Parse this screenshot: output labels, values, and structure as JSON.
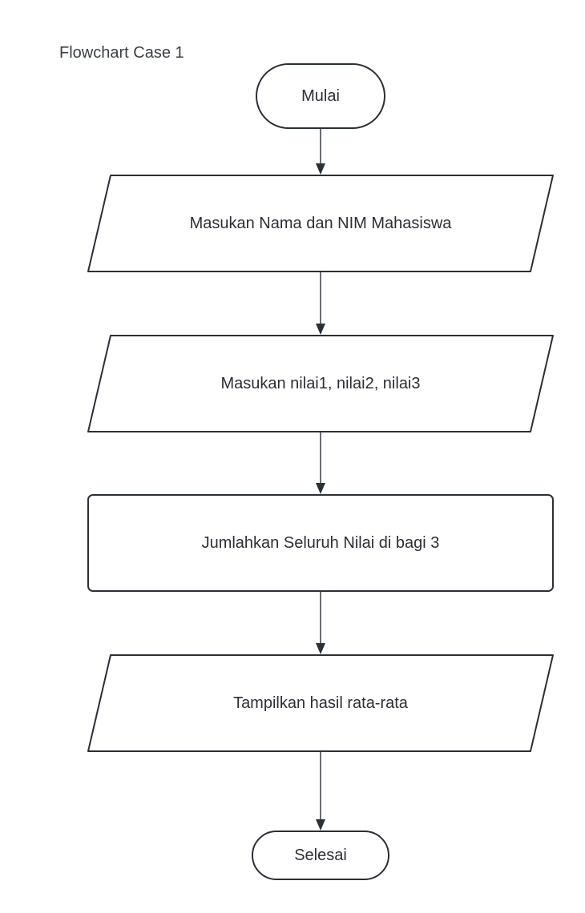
{
  "diagram": {
    "title": "Flowchart Case 1",
    "colors": {
      "stroke": "#2b2f36",
      "fill": "#ffffff",
      "text": "#2b2f36"
    },
    "nodes": [
      {
        "id": "start",
        "type": "terminator",
        "label": "Mulai"
      },
      {
        "id": "input-name-nim",
        "type": "io",
        "label": "Masukan Nama dan NIM Mahasiswa"
      },
      {
        "id": "input-scores",
        "type": "io",
        "label": "Masukan nilai1, nilai2, nilai3"
      },
      {
        "id": "process-average",
        "type": "process",
        "label": "Jumlahkan Seluruh Nilai di bagi 3"
      },
      {
        "id": "output-average",
        "type": "io",
        "label": "Tampilkan hasil rata-rata"
      },
      {
        "id": "end",
        "type": "terminator",
        "label": "Selesai"
      }
    ],
    "edges": [
      {
        "from": "start",
        "to": "input-name-nim"
      },
      {
        "from": "input-name-nim",
        "to": "input-scores"
      },
      {
        "from": "input-scores",
        "to": "process-average"
      },
      {
        "from": "process-average",
        "to": "output-average"
      },
      {
        "from": "output-average",
        "to": "end"
      }
    ]
  }
}
